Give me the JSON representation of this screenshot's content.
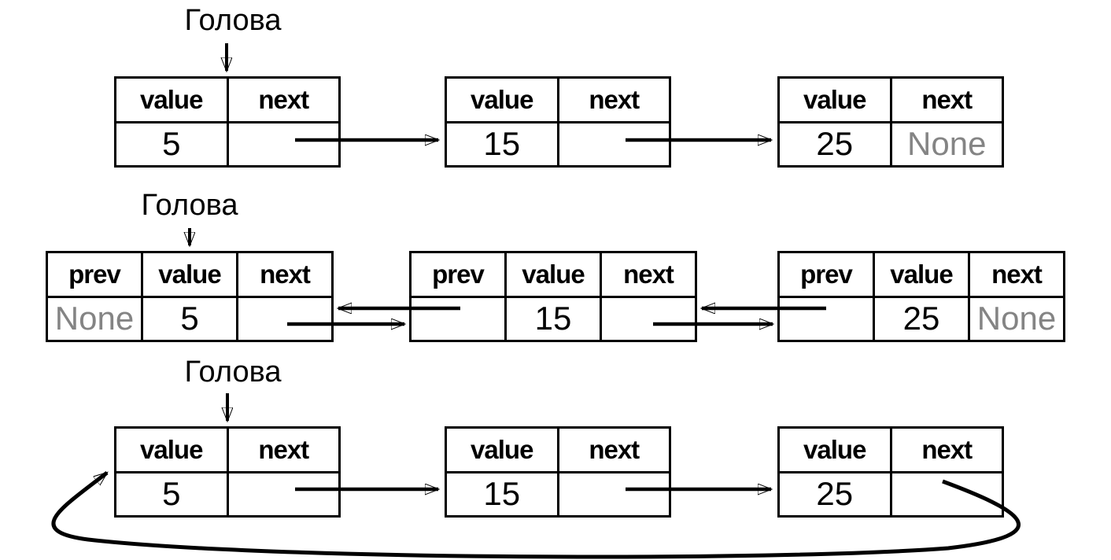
{
  "colors": {
    "ink": "#000000",
    "none_text": "#848484",
    "background": "#ffffff"
  },
  "icons": {
    "head_pointer": "arrow-down",
    "next_pointer": "arrow-right",
    "prev_pointer": "arrow-left",
    "cycle_pointer": "curved-loop-arrow"
  },
  "diagrams": [
    {
      "name": "singly-linked-list",
      "head_label": "Голова",
      "nodes": [
        {
          "headers": [
            "value",
            "next"
          ],
          "values": [
            "5",
            ""
          ]
        },
        {
          "headers": [
            "value",
            "next"
          ],
          "values": [
            "15",
            ""
          ]
        },
        {
          "headers": [
            "value",
            "next"
          ],
          "values": [
            "25",
            "None"
          ]
        }
      ]
    },
    {
      "name": "doubly-linked-list",
      "head_label": "Голова",
      "nodes": [
        {
          "headers": [
            "prev",
            "value",
            "next"
          ],
          "values": [
            "None",
            "5",
            ""
          ]
        },
        {
          "headers": [
            "prev",
            "value",
            "next"
          ],
          "values": [
            "",
            "15",
            ""
          ]
        },
        {
          "headers": [
            "prev",
            "value",
            "next"
          ],
          "values": [
            "",
            "25",
            "None"
          ]
        }
      ]
    },
    {
      "name": "circular-linked-list",
      "head_label": "Голова",
      "nodes": [
        {
          "headers": [
            "value",
            "next"
          ],
          "values": [
            "5",
            ""
          ]
        },
        {
          "headers": [
            "value",
            "next"
          ],
          "values": [
            "15",
            ""
          ]
        },
        {
          "headers": [
            "value",
            "next"
          ],
          "values": [
            "25",
            ""
          ]
        }
      ]
    }
  ]
}
